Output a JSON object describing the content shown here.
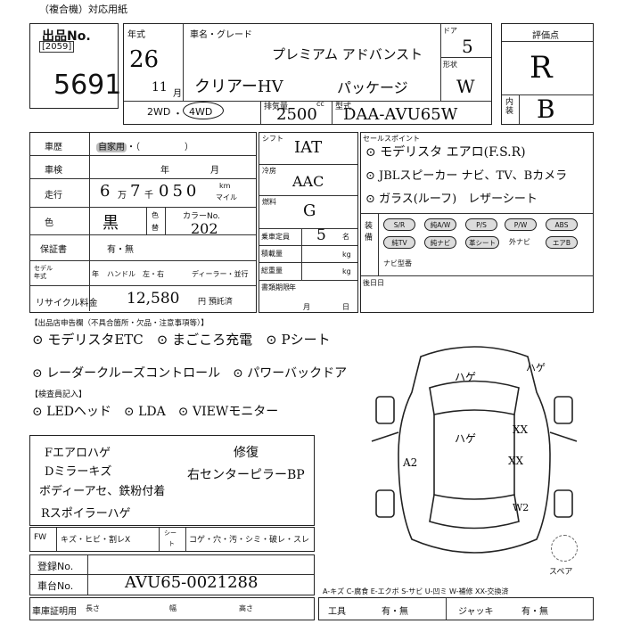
{
  "header": {
    "top_note": "（複合機）対応用紙"
  },
  "lot": {
    "label": "出品No.",
    "small_number": "2059",
    "number": "5691"
  },
  "year_block": {
    "label": "年式",
    "year": "26",
    "month": "11",
    "month_unit": "月"
  },
  "model_block": {
    "label": "車名・グレード",
    "grade": "プレミアム アドバンスト",
    "car_name": "クリアーHV",
    "package": "パッケージ"
  },
  "door_block": {
    "door_label": "ドア",
    "door_value": "5",
    "shape_label": "形状",
    "shape_value": "W"
  },
  "score_block": {
    "label": "評価点",
    "score": "R",
    "interior_label": "内装",
    "interior_score": "B"
  },
  "drive": {
    "two_wd": "2WD",
    "four_wd": "4WD"
  },
  "displacement": {
    "label": "排気量",
    "value": "2500",
    "unit": "cc"
  },
  "model_code": {
    "label": "型式",
    "value": "DAA-AVU65W"
  },
  "history": {
    "label": "車歴",
    "value": "自家用",
    "paren": "・（　　　　　）"
  },
  "inspection": {
    "label": "車検",
    "year_unit": "年",
    "month_unit": "月"
  },
  "mileage": {
    "label": "走行",
    "d1": "6",
    "u1": "万",
    "d2": "7",
    "u2": "千",
    "d3": "050",
    "unit_km": "km",
    "unit_mile": "マイル"
  },
  "color": {
    "label": "色",
    "value": "黒",
    "code_label_top": "色",
    "code_label_bottom": "替",
    "code_no_label": "カラーNo.",
    "code_no_value": "202"
  },
  "warranty": {
    "label": "保証書",
    "value": "有・無"
  },
  "self_or_other": {
    "label_top": "セデル",
    "label_bottom": "年式",
    "year_unit": "年",
    "handle_label": "ハンドル",
    "handle_value": "左・右",
    "dealer_label": "ディーラー・並行"
  },
  "recycle": {
    "label": "リサイクル料金",
    "value": "12,580",
    "unit": "円 預託済"
  },
  "shift": {
    "label": "シフト",
    "value": "IAT"
  },
  "ac": {
    "label": "冷房",
    "value": "AAC"
  },
  "fuel": {
    "label": "燃料",
    "value": "G"
  },
  "capacity": {
    "label": "乗車定員",
    "value": "5",
    "unit": "名"
  },
  "load": {
    "label": "積載量",
    "unit": "kg"
  },
  "gross": {
    "label": "総重量",
    "unit": "kg"
  },
  "registration_deadline": {
    "label": "書類期限",
    "year_unit": "年",
    "month_unit": "月",
    "day_unit": "日"
  },
  "sales_points": {
    "label": "セールスポイント",
    "items": [
      "モデリスタ エアロ(F.S.R)",
      "JBLスピーカー ナビ、TV、Bカメラ",
      "ガラス(ルーフ)　レザーシート"
    ]
  },
  "equipment": {
    "label": "装備",
    "row1": [
      "S/R",
      "純A/W",
      "P/S",
      "P/W",
      "ABS"
    ],
    "row2": [
      "純TV",
      "純ナビ",
      "革シート",
      "外ナビ",
      "エアB"
    ],
    "navi_label": "ナビ型番"
  },
  "later_steps": {
    "label": "後日日"
  },
  "notes": {
    "label": "【出品店申告欄（不具合箇所・欠品・注意事項等）】",
    "line1": [
      "モデリスタETC",
      "まごころ充電",
      "Pシート"
    ],
    "line2": [
      "レーダークルーズコントロール",
      "パワーバックドア"
    ],
    "inspector_label": "【検査員記入】",
    "line3": [
      "LEDヘッド",
      "LDA",
      "VIEWモニター"
    ]
  },
  "inspector_notes": {
    "left": [
      "Fエアロハゲ",
      "Dミラーキズ",
      "ボディーアセ、鉄粉付着",
      "Rスポイラーハゲ"
    ],
    "right_title": "修復",
    "right": "右センターピラーBP"
  },
  "fw": {
    "label": "FW",
    "items": "キズ・ヒビ・割レX",
    "seat_label_top": "シー",
    "seat_label_bottom": "ト",
    "seat_items": "コゲ・穴・汚・シミ・破レ・スレ"
  },
  "diagram": {
    "marks": [
      "ハゲ",
      "ハゲ",
      "XX",
      "XX",
      "A2",
      "W2",
      "ハゲ"
    ],
    "spare_label": "スペア"
  },
  "registration_no": {
    "label": "登録No."
  },
  "chassis": {
    "label": "車台No.",
    "value": "AVU65-0021288"
  },
  "legend": "A-キズ C-腐食 E-エクボ S-サビ U-凹ミ W-補修 XX-交換済",
  "cert": {
    "label": "車庫証明用",
    "long_label": "長さ",
    "width_label": "幅",
    "height_label": "高さ"
  },
  "tools": {
    "label": "工具",
    "value": "有・無"
  },
  "jack": {
    "label": "ジャッキ",
    "value": "有・無"
  }
}
